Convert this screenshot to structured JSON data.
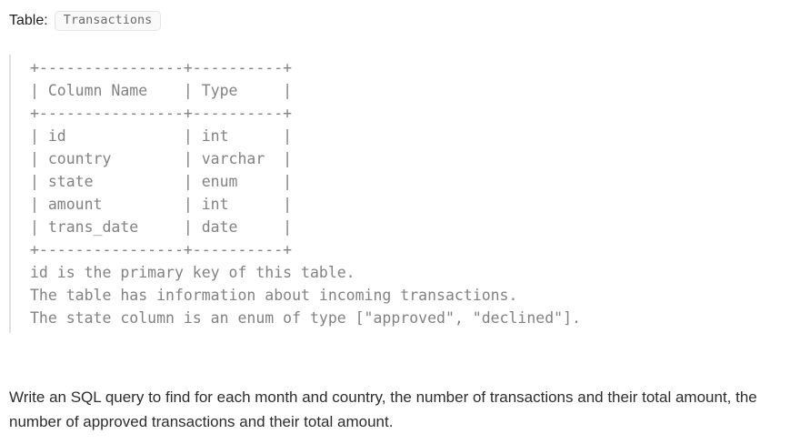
{
  "header": {
    "label": "Table:",
    "table_name": "Transactions"
  },
  "schema": {
    "lines": [
      "+----------------+----------+",
      "| Column Name    | Type     |",
      "+----------------+----------+",
      "| id             | int      |",
      "| country        | varchar  |",
      "| state          | enum     |",
      "| amount         | int      |",
      "| trans_date     | date     |",
      "+----------------+----------+",
      "id is the primary key of this table.",
      "The table has information about incoming transactions.",
      "The state column is an enum of type [\"approved\", \"declined\"]."
    ]
  },
  "problem": {
    "statement": "Write an SQL query to find for each month and country, the number of transactions and their total amount, the number of approved transactions and their total amount."
  },
  "colors": {
    "page_bg": "#ffffff",
    "header_text": "#1f1f1f",
    "badge_bg": "#fafafa",
    "badge_border": "#e5e5e5",
    "badge_text": "#6b6b6b",
    "schema_text": "#828282",
    "schema_left_border": "#e1e1e1",
    "statement_text": "#2d2d2d"
  }
}
